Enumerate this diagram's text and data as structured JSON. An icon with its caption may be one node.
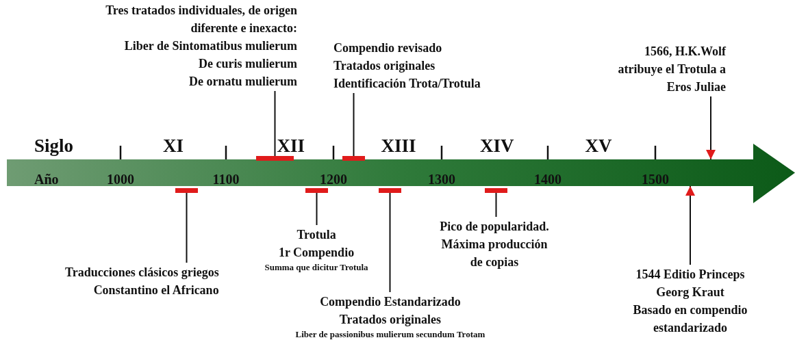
{
  "diagram": {
    "nodes": [
      {
        "text": [],
        "shape": "arrow"
      },
      {
        "text": [
          "Tres tratados individuales, de origen diferente e inexacto:",
          "Liber de Sintomatibus mulierum",
          "De curis mulierum",
          "De ornatu mulierum"
        ]
      },
      {
        "text": [
          "Compendio revisado",
          "Tratados originales",
          "Identificación Trota/Trotula"
        ]
      },
      {
        "text": [
          "1566, H.K.Wolf atribuye el Trotula a Eros Juliae"
        ]
      },
      {
        "text": [],
        "shape": "bar"
      },
      {
        "text": [],
        "shape": "bar"
      },
      {
        "text": [],
        "shape": "bar"
      },
      {
        "text": [],
        "shape": "bar"
      },
      {
        "text": [],
        "shape": "bar"
      },
      {
        "text": [],
        "shape": "bar"
      },
      {
        "text": [
          "Trotula",
          "1r Compendio",
          "Summa que dicitur Trotula"
        ]
      },
      {
        "text": [
          "Pico de popularidad. Máxima producción de copias"
        ]
      },
      {
        "text": [
          "Traducciones clásicos griegos",
          "Constantino el Africano"
        ]
      },
      {
        "text": [
          "1544 Editio Princeps",
          "Georg Kraut",
          "Basado en compendio estandarizado"
        ]
      },
      {
        "text": [
          "Compendio Estandarizado",
          "Tratados originales",
          "Liber de passionibus mulierum secundum Trotam"
        ]
      }
    ],
    "edges": [
      {
        "from": 1,
        "to": 4,
        "arrow": "none"
      },
      {
        "from": 2,
        "to": 5,
        "arrow": "none"
      },
      {
        "from": 3,
        "to": 0,
        "arrow": "to"
      },
      {
        "from": 12,
        "to": 6,
        "arrow": "none"
      },
      {
        "from": 10,
        "to": 7,
        "arrow": "none"
      },
      {
        "from": 14,
        "to": 8,
        "arrow": "none"
      },
      {
        "from": 11,
        "to": 9,
        "arrow": "none"
      },
      {
        "from": 13,
        "to": 0,
        "arrow": "to"
      }
    ],
    "labels": [
      "Siglo",
      "XI",
      "XII",
      "XIII",
      "XIV",
      "XV",
      "Año",
      "1000",
      "1100",
      "1200",
      "1300",
      "1400",
      "1500"
    ]
  }
}
